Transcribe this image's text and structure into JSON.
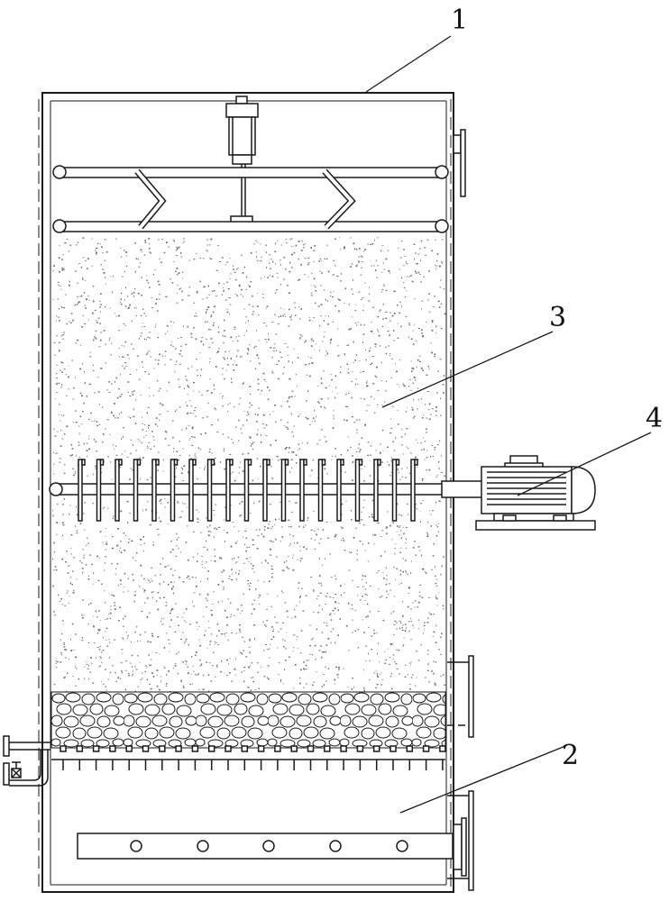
{
  "callouts": [
    {
      "id": "1",
      "label": "1"
    },
    {
      "id": "2",
      "label": "2"
    },
    {
      "id": "3",
      "label": "3"
    },
    {
      "id": "4",
      "label": "4"
    }
  ],
  "colors": {
    "line": "#1a1a1a",
    "sand_speck": "#6e6e6e",
    "background": "#ffffff"
  }
}
